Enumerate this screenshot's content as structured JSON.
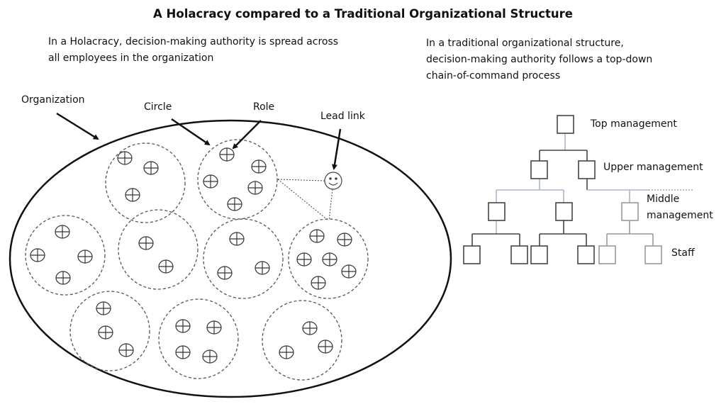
{
  "title": "A Holacracy compared to a Traditional Organizational Structure",
  "holacracy": {
    "description": [
      "In a Holacracy, decision-making authority is spread across",
      "all employees in the organization"
    ],
    "labels": {
      "organization": "Organization",
      "circle": "Circle",
      "role": "Role",
      "lead_link": "Lead link"
    }
  },
  "traditional": {
    "description": [
      "In a traditional organizational structure,",
      "decision-making authority follows a top-down",
      "chain-of-command process"
    ],
    "levels": {
      "top": "Top management",
      "upper": "Upper management",
      "middle": [
        "Middle",
        "management"
      ],
      "staff": "Staff"
    }
  }
}
